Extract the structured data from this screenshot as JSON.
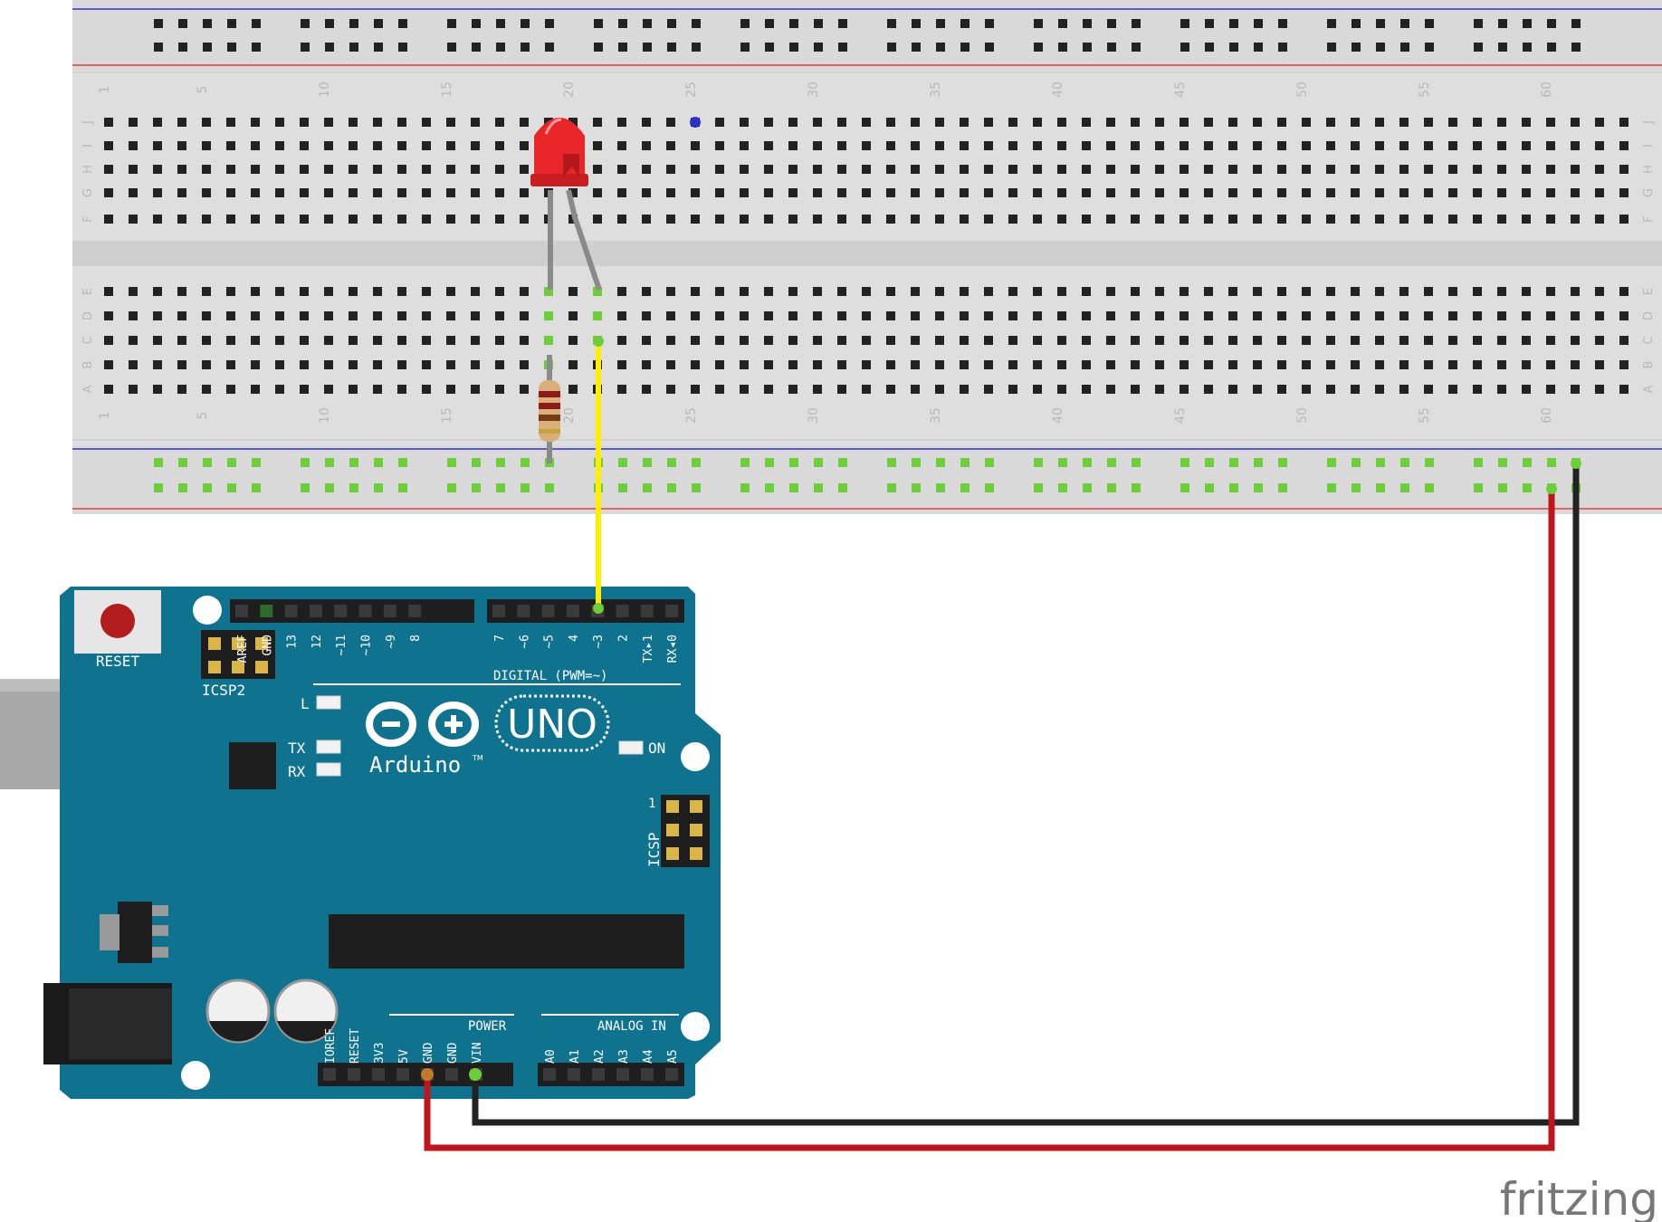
{
  "breadboard": {
    "columns": 63,
    "row_letters_top": [
      "J",
      "I",
      "H",
      "G",
      "F"
    ],
    "row_letters_bottom": [
      "E",
      "D",
      "C",
      "B",
      "A"
    ],
    "column_numbers": [
      "1",
      "5",
      "10",
      "15",
      "20",
      "25",
      "30",
      "35",
      "40",
      "45",
      "50",
      "55",
      "60"
    ]
  },
  "arduino": {
    "reset_label": "RESET",
    "icsp2_label": "ICSP2",
    "icsp_label": "ICSP",
    "icsp_pin1": "1",
    "led_l_label": "L",
    "tx_label": "TX",
    "rx_label": "RX",
    "on_label": "ON",
    "brand_name": "Arduino",
    "trademark": "TM",
    "model": "UNO",
    "digital_header_label": "DIGITAL (PWM=~)",
    "digital_pins_left": [
      "AREF",
      "GND",
      "13",
      "12",
      "~11",
      "~10",
      "~9",
      "8"
    ],
    "digital_pins_right": [
      "7",
      "~6",
      "~5",
      "4",
      "~3",
      "2",
      "TX▸1",
      "RX◂0"
    ],
    "power_header_label": "POWER",
    "power_pins": [
      "IOREF",
      "RESET",
      "3V3",
      "5V",
      "GND",
      "GND",
      "VIN"
    ],
    "analog_header_label": "ANALOG IN",
    "analog_pins": [
      "A0",
      "A1",
      "A2",
      "A3",
      "A4",
      "A5"
    ]
  },
  "components": {
    "led_color": "#e8262a",
    "resistor_color": "#d9b07a"
  },
  "wires": {
    "signal_color": "#ffee00",
    "power_color": "#c0161b",
    "ground_color": "#222222"
  },
  "colors": {
    "board_blue": "#0f7390",
    "breadboard_grey": "#dedede",
    "rail_red": "#e04040",
    "rail_blue": "#3030c8",
    "connected_green": "#6ccf3a"
  },
  "watermark": "fritzing"
}
